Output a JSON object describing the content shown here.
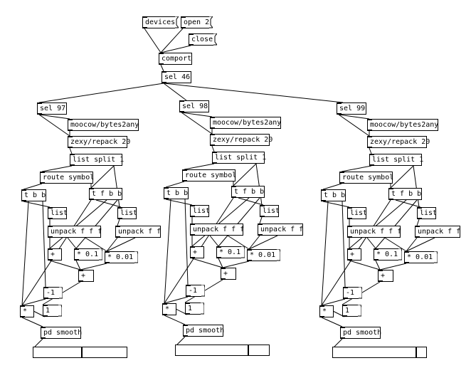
{
  "top": {
    "devices": "devices",
    "open": "open 2",
    "close": "close",
    "comport": "comport",
    "sel": "sel 46"
  },
  "columns": [
    {
      "sel": "sel 97",
      "bytes2any": "moocow/bytes2any",
      "repack": "zexy/repack 20",
      "split": "list split 1",
      "route": "route symbol",
      "tbb": "t b b",
      "tfbb": "t f b b",
      "list1": "list",
      "list2": "list",
      "unpack1": "unpack f f f",
      "unpack2": "unpack f f",
      "plus1": "+",
      "mul1": "* 0.1",
      "mul01": "* 0.01",
      "plus2": "+",
      "neg1": "-1",
      "star": "*",
      "one": "1",
      "smooth": "pd smooth",
      "slider_value": 0.52
    },
    {
      "sel": "sel 98",
      "bytes2any": "moocow/bytes2any",
      "repack": "zexy/repack 20",
      "split": "list split 1",
      "route": "route symbol",
      "tbb": "t b b",
      "tfbb": "t f b b",
      "list1": "list",
      "list2": "list",
      "unpack1": "unpack f f f",
      "unpack2": "unpack f f",
      "plus1": "+",
      "mul1": "* 0.1",
      "mul01": "* 0.01",
      "plus2": "+",
      "neg1": "-1",
      "star": "*",
      "one": "1",
      "smooth": "pd smooth",
      "slider_value": 0.78
    },
    {
      "sel": "sel 99",
      "bytes2any": "moocow/bytes2any",
      "repack": "zexy/repack 20",
      "split": "list split 1",
      "route": "route symbol",
      "tbb": "t b b",
      "tfbb": "t f b b",
      "list1": "list",
      "list2": "list",
      "unpack1": "unpack f f f",
      "unpack2": "unpack f f",
      "plus1": "+",
      "mul1": "* 0.1",
      "mul01": "* 0.01",
      "plus2": "+",
      "neg1": "-1",
      "star": "*",
      "one": "1",
      "smooth": "pd smooth",
      "slider_value": 0.9
    }
  ]
}
